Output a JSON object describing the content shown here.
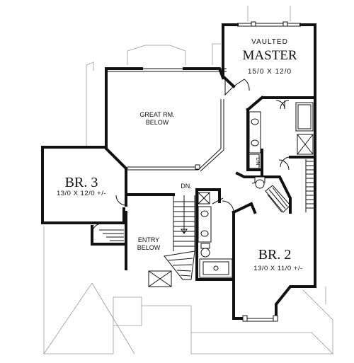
{
  "rooms": {
    "master": {
      "qualifier": "VAULTED",
      "name": "MASTER",
      "size": "15/0 X 12/0"
    },
    "great_room": {
      "line1": "GREAT RM.",
      "line2": "BELOW"
    },
    "br3": {
      "name": "BR. 3",
      "size": "13/0 X 12/0 +/-"
    },
    "br2": {
      "name": "BR. 2",
      "size": "13/0 X 11/0 +/-"
    },
    "entry": {
      "line1": "ENTRY",
      "line2": "BELOW"
    }
  },
  "labels": {
    "stair_down": "DN.",
    "linen": "LIN"
  }
}
